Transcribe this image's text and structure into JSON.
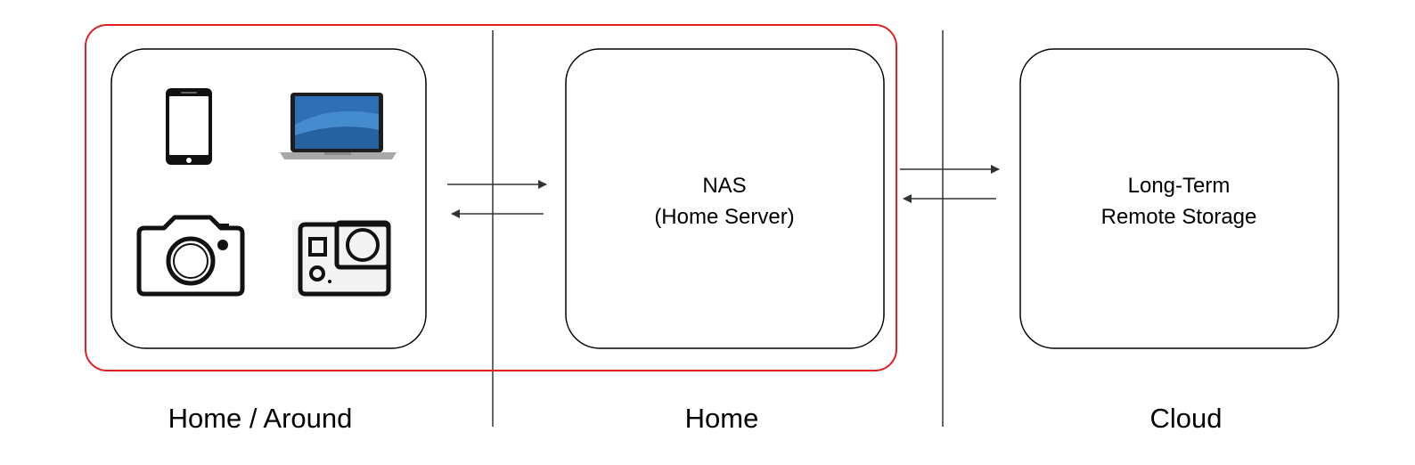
{
  "zones": {
    "devices": "Home / Around",
    "home": "Home",
    "cloud": "Cloud"
  },
  "nodes": {
    "devices": {
      "icons": [
        "smartphone-icon",
        "laptop-icon",
        "camera-icon",
        "action-camera-icon"
      ]
    },
    "nas": {
      "line1": "NAS",
      "line2": "(Home Server)"
    },
    "remote": {
      "line1": "Long-Term",
      "line2": "Remote Storage"
    }
  },
  "colors": {
    "highlight": "#e02020",
    "stroke": "#000000",
    "divider": "#333333",
    "arrow": "#333333"
  }
}
